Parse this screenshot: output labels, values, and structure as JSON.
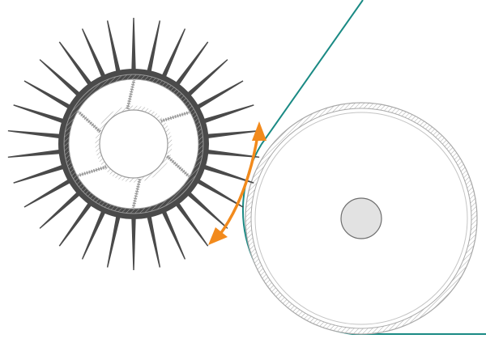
{
  "colors": {
    "background": "#ffffff",
    "brush_dark": "#4a4a4a",
    "hatch_line": "#9a9a9a",
    "belt": "#1a8a84",
    "arrow": "#f28a1c",
    "hub_fill": "#e2e2e2",
    "hub_stroke": "#6e6e6e"
  },
  "diagram": {
    "components": [
      {
        "id": "brush-roller",
        "kind": "bristle-brush-drum",
        "bristle_count": 30,
        "spoke_count": 6
      },
      {
        "id": "drive-pulley",
        "kind": "belt-pulley-with-hub"
      },
      {
        "id": "conveyor-belt",
        "kind": "belt-wrapping-pulley"
      },
      {
        "id": "contact-arrow",
        "kind": "double-headed-curved-arrow"
      }
    ]
  }
}
